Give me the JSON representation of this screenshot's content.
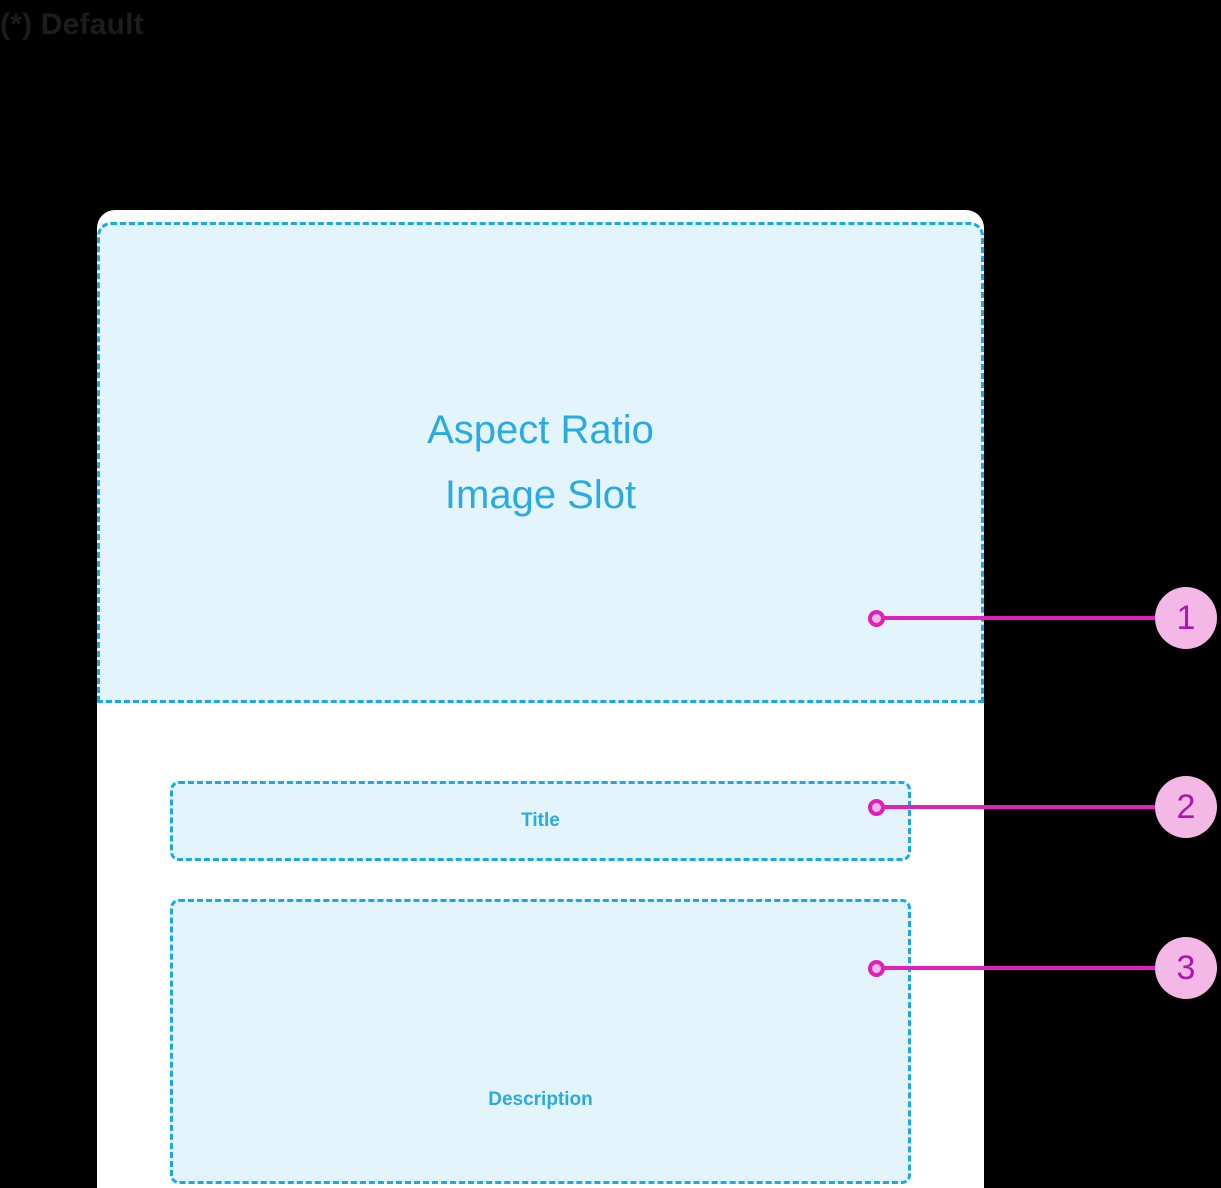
{
  "header": {
    "label": "(*) Default",
    "color": "#1c1c1c"
  },
  "card": {
    "background": "#ffffff",
    "accent_cyan": "#29abe2",
    "slot_fill": "#e4f4fc",
    "slot_border": "#19aae3"
  },
  "slots": [
    {
      "name": "image",
      "text": "Aspect Ratio\nImage Slot",
      "line1": "Aspect Ratio",
      "line2": "Image Slot"
    },
    {
      "name": "title",
      "text": "Title"
    },
    {
      "name": "description",
      "text": "Description"
    }
  ],
  "callouts": [
    {
      "number": "1",
      "target": "image-slot"
    },
    {
      "number": "2",
      "target": "title-slot"
    },
    {
      "number": "3",
      "target": "description-slot"
    }
  ],
  "callout_style": {
    "line_color": "#e020b8",
    "badge_fill": "#f4b8e6",
    "badge_text_color": "#ac16ac",
    "dot_fill": "#f4b6e8"
  }
}
